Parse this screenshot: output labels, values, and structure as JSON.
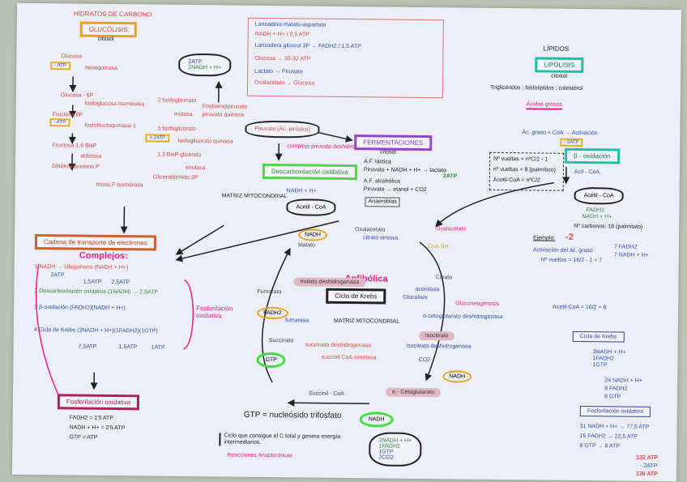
{
  "carbs": {
    "title": "HIDRATOS DE CARBONO",
    "glycolysis": "GLUCÓLISIS",
    "glycolysis_sub": "citosol",
    "steps": [
      "Glucosa",
      "Glucosa - 6P",
      "Fructosa 6P",
      "Fructosa 1,6 BisP",
      "Dihidroxiacetona P",
      "Gliceraldehído 3P",
      "1,3 BisP glicerato",
      "3 fosfoglicerato",
      "2 fosfoglicerato",
      "Fosfoenolpiruvato"
    ],
    "enzymes": [
      "hexoquinasa",
      "fosfoglucosa isomerasa",
      "fosfofructoquinasa-1",
      "aldolasa",
      "triosa P isomerasa",
      "fosfoglicerato quinasa",
      "mutasa",
      "enolasa",
      "piruvato quinasa"
    ],
    "atp_marks": [
      "- ATP",
      "- ATP",
      "+ 2ATP"
    ],
    "cloud": [
      "2ATP",
      "2NADH + H+"
    ]
  },
  "lanzaderas": [
    "Lanzadera malato-aspartato",
    "NADH + H+ / 2,5 ATP",
    "Lanzadera glicerol 3P → FADH2 / 1,5 ATP",
    "Glucosa → 30-32 ATP",
    "Lactato → Piruvato",
    "Oxalacetato → Glucosa"
  ],
  "pyruvate": {
    "label": "Piruvato (Ác. pirúvico)",
    "note": "complejo piruvato deshidrogenasa"
  },
  "decarb": {
    "title": "Descarboxilación oxidativa",
    "matrix": "MATRIZ MITOCONDRIAL",
    "nadh": "NADH + H+",
    "acetyl": "Acetil - CoA"
  },
  "ferment": {
    "title": "FERMENTACIONES",
    "sub": "citosol",
    "lines": [
      "A.F. láctica",
      "Piruvato + NADH + H+ → lactato",
      "A.F. alcohólica",
      "Piruvato → etanol + CO2"
    ],
    "atp": "2ATP",
    "tag": "Anaerobias"
  },
  "krebs": {
    "title": "Ciclo de Krebs",
    "sub": "MATRIZ MITOCONDRIAL",
    "amphibolic": "Anfibólica",
    "metabolites": [
      "Oxalacetato",
      "Citrato",
      "Isocitrato",
      "α - Cetoglutarato",
      "Succinil - CoA",
      "Succinato",
      "Fumarato",
      "Malato"
    ],
    "enzymes": [
      "citrato sintasa",
      "aconitasa",
      "isocitrato deshidrogenasa",
      "α-cetoglutarato deshidrogenasa",
      "succinil CoA sintetasa",
      "succinato deshidrogenasa",
      "fumarasa",
      "malato deshidrogenasa"
    ],
    "coenzymes": [
      "NADH",
      "FADH2",
      "GTP",
      "NADH",
      "NADH"
    ],
    "co2": "CO2",
    "side": [
      "Oxalacetato",
      "CoA-SH",
      "Glucolisis",
      "Gluconeogénesis"
    ],
    "cloud": [
      "3NADH + H+",
      "1FADH2",
      "1GTP",
      "2CO2"
    ]
  },
  "gtp": {
    "def": "GTP = nucleósido trifosfato",
    "note": "Ciclo que consigue el C total y genera energía intermediarios.",
    "anap": "Reacciones Anapleróticas"
  },
  "cte": {
    "title": "Cadena de transporte de electrones",
    "complexes": "Complejos:",
    "items": [
      "1  NADH → Ubiquinona (NADH + H+)",
      "2  Descarboxilación oxidativa (1NADH) → 2,5ATP",
      "3  β-oxidación (FADH2)(NADH + H+)",
      "4  Ciclo de Krebs (3NADH + H+)(1FADH2)(1GTP)"
    ],
    "values": [
      "2ATP",
      "1,5ATP",
      "2,5ATP",
      "7,5ATP",
      "1,5ATP",
      "1ATP"
    ],
    "bracket": "Fosforilación oxidativa"
  },
  "oxphos": {
    "title": "Fosforilación oxidativa",
    "lines": [
      "FADH2 = 1'5 ATP",
      "NADH + H+ = 2'5 ATP",
      "GTP = ATP"
    ]
  },
  "lipids": {
    "title": "LÍPIDOS",
    "lipolysis": "LIPÓLISIS",
    "lipolysis_sub": "citosol",
    "sources": "Triglicéridos ; fosfolípidos ; colesterol",
    "fa": "Ácidos grasos",
    "activation": "Ác. graso + CoA → Activación",
    "atp": "- 2ATP",
    "beta": "β - oxidación",
    "acyl": "Acil - CoA",
    "acetyl": "Acetil - CoA",
    "products": [
      "FADH2",
      "NADH + H+"
    ],
    "formulas": [
      "Nº vueltas = nºC/2 - 1",
      "nº vueltas = 8 (palmítico)",
      "Acetil-CoA = nºC/2"
    ]
  },
  "example": {
    "heading": "Nº carbonos: 16 (palmitato)",
    "label": "Ejemplo:",
    "minus": "-2",
    "lines": [
      "Activación del ác. graso",
      "Nº vueltas = 16/2 - 1 = 7",
      "7 FADH2",
      "7 NADH + H+",
      "Acetil-CoA = 16/2 = 8"
    ],
    "krebs": "Ciclo de Krebs",
    "krebs_lines": [
      "3NADH + H+",
      "1FADH2",
      "1GTP",
      "24 NADH + H+",
      "8 FADH2",
      "8 GTP"
    ],
    "oxphos": "Fosforilación oxidativa",
    "totals": [
      "31 NADH + H+ → 77,5 ATP",
      "15 FADH2 → 22,5 ATP",
      "8 GTP → 8 ATP",
      "132 ATP",
      "- 2ATP",
      "130 ATP"
    ]
  }
}
